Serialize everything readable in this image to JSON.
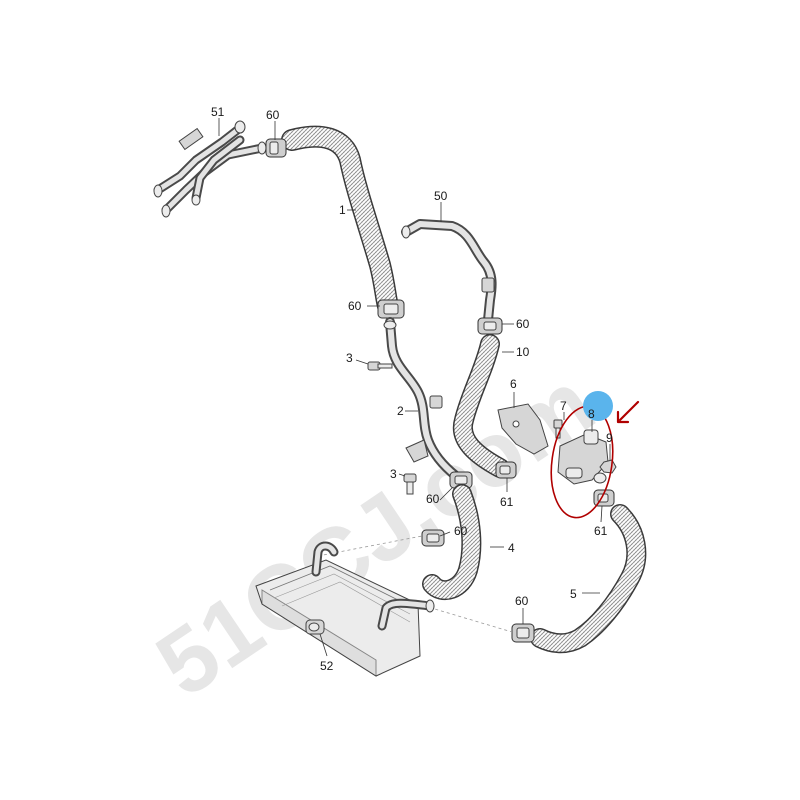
{
  "watermark": "51CCJ.com",
  "colors": {
    "highlight_ellipse": "#b00000",
    "arrow": "#b00000",
    "blue_marker": "#5ab4ec",
    "hose_texture": "#8a8a8a"
  },
  "callouts": {
    "c51": "51",
    "c60_a": "60",
    "c1": "1",
    "c50": "50",
    "c60_b": "60",
    "c60_c": "60",
    "c10": "10",
    "c3_a": "3",
    "c2": "2",
    "c6": "6",
    "c7": "7",
    "c8": "8",
    "c9": "9",
    "c3_b": "3",
    "c60_d": "60",
    "c61_a": "61",
    "c61_b": "61",
    "c60_e": "60",
    "c4": "4",
    "c5": "5",
    "c60_f": "60",
    "c52": "52"
  }
}
